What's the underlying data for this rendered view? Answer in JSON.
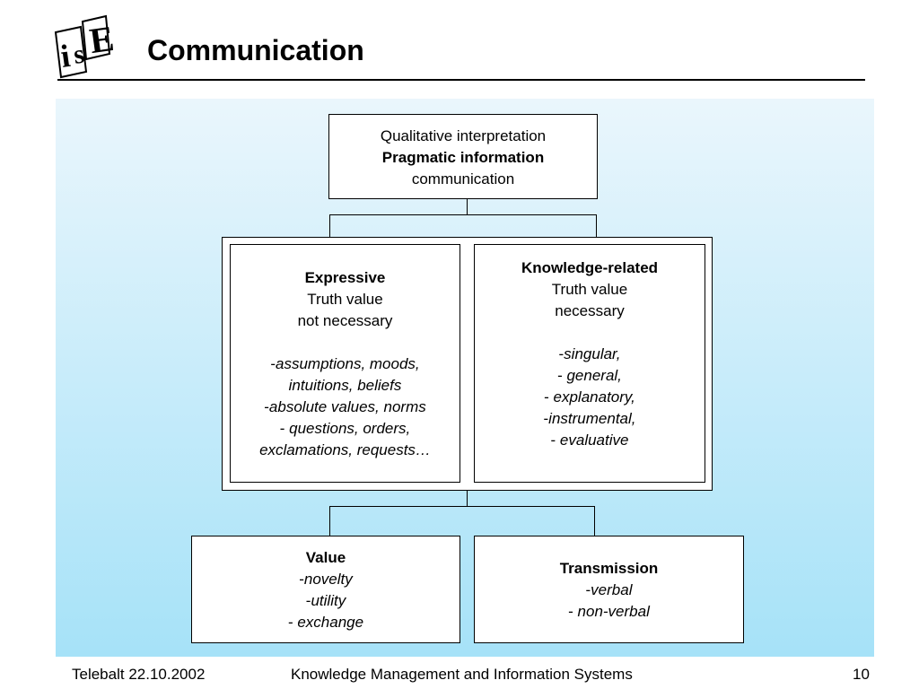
{
  "slide": {
    "title": "Communication",
    "logo_text": "isE"
  },
  "diagram": {
    "top": {
      "line1": "Qualitative interpretation",
      "line2": "Pragmatic information",
      "line3": "communication"
    },
    "expressive": {
      "heading": "Expressive",
      "line1": "Truth value",
      "line2": "not necessary",
      "items": [
        {
          "prefix": "-",
          "text": "assumptions, moods,"
        },
        {
          "prefix": "",
          "text": "intuitions, beliefs"
        },
        {
          "prefix": "-",
          "text": "absolute values, norms"
        },
        {
          "prefix": "- ",
          "text": "questions, orders,"
        },
        {
          "prefix": "",
          "text": "exclamations, requests…"
        }
      ]
    },
    "knowledge": {
      "heading": "Knowledge-related",
      "line1": "Truth value",
      "line2": "necessary",
      "items": [
        {
          "prefix": "-",
          "text": "singular,"
        },
        {
          "prefix": "- ",
          "text": "general,"
        },
        {
          "prefix": "- ",
          "text": "explanatory,"
        },
        {
          "prefix": "-",
          "text": "instrumental,"
        },
        {
          "prefix": "- ",
          "text": "evaluative"
        }
      ]
    },
    "value": {
      "heading": "Value",
      "items": [
        {
          "prefix": "-",
          "text": "novelty"
        },
        {
          "prefix": "-",
          "text": "utility"
        },
        {
          "prefix": "- ",
          "text": "exchange"
        }
      ]
    },
    "transmission": {
      "heading": "Transmission",
      "items": [
        {
          "prefix": "-",
          "text": "verbal"
        },
        {
          "prefix": "- ",
          "text": "non-verbal"
        }
      ]
    }
  },
  "footer": {
    "left": "Telebalt 22.10.2002",
    "center": "Knowledge Management and Information Systems",
    "page": "10"
  }
}
